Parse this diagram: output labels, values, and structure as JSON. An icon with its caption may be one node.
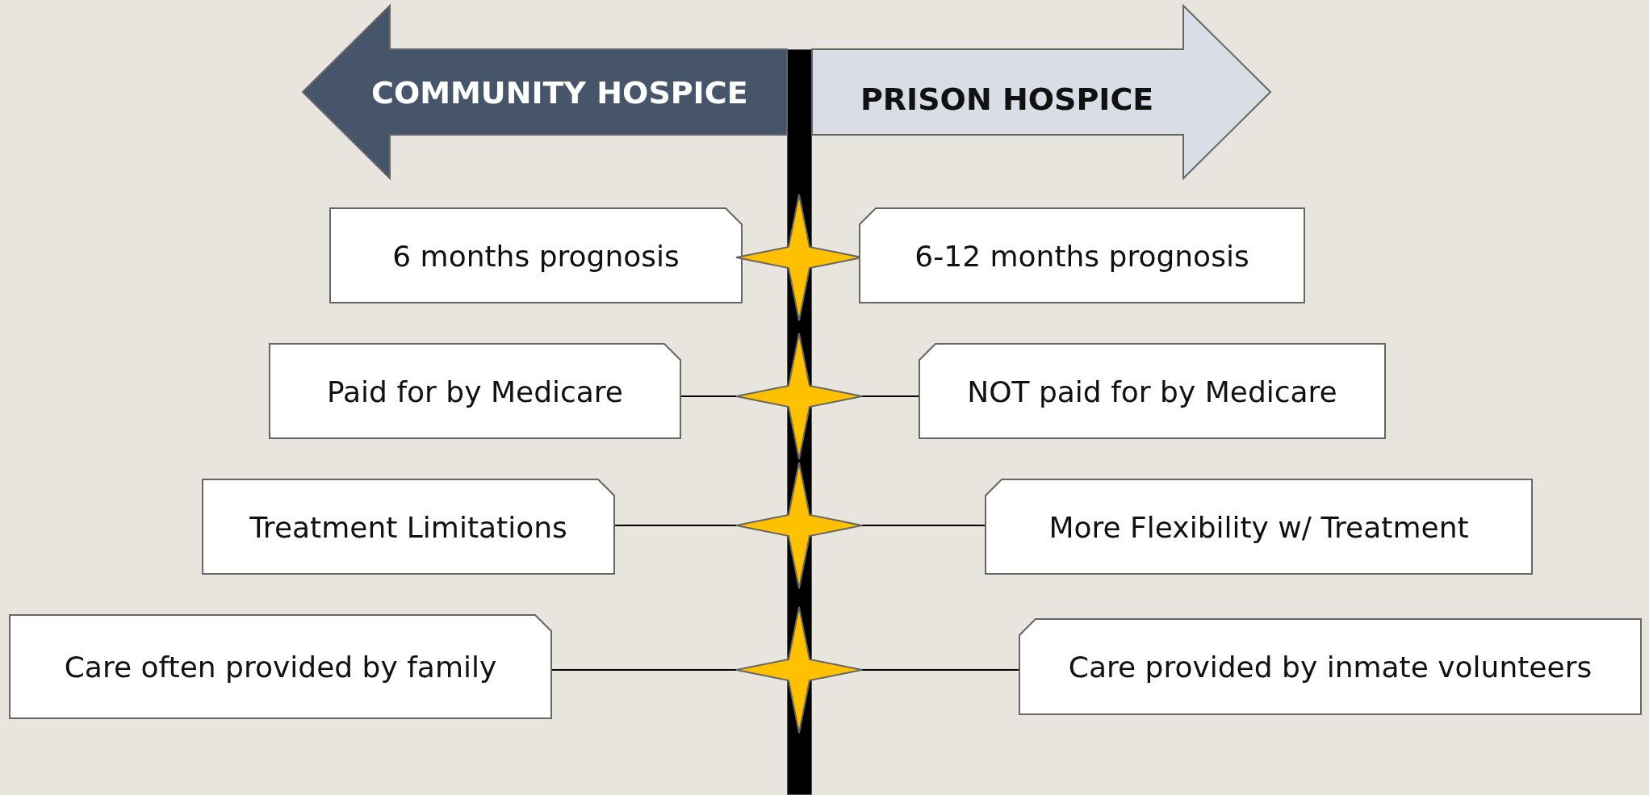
{
  "diagram": {
    "nodes": [
      {
        "text": [
          "COMMUNITY HOSPICE"
        ]
      },
      {
        "text": [
          "PRISON HOSPICE"
        ]
      },
      {
        "text": [
          "6 months prognosis"
        ]
      },
      {
        "text": [],
        "shape": "star"
      },
      {
        "text": [
          "6-12 months prognosis"
        ]
      },
      {
        "text": [
          "Paid for by Medicare"
        ]
      },
      {
        "text": [],
        "shape": "star"
      },
      {
        "text": [
          "NOT paid for by Medicare"
        ]
      },
      {
        "text": [
          "Treatment Limitations"
        ]
      },
      {
        "text": [],
        "shape": "star"
      },
      {
        "text": [
          "More Flexibility w/ Treatment"
        ]
      },
      {
        "text": [
          "Care often provided by family"
        ]
      },
      {
        "text": [],
        "shape": "star"
      },
      {
        "text": [
          "Care provided by inmate volunteers"
        ]
      },
      {
        "text": [],
        "shape": "bar"
      }
    ],
    "edges": [
      {
        "from": 5,
        "to": 6,
        "arrow": "none"
      },
      {
        "from": 6,
        "to": 7,
        "arrow": "none"
      },
      {
        "from": 8,
        "to": 9,
        "arrow": "none"
      },
      {
        "from": 9,
        "to": 10,
        "arrow": "none"
      },
      {
        "from": 11,
        "to": 12,
        "arrow": "none"
      },
      {
        "from": 12,
        "to": 13,
        "arrow": "none"
      }
    ]
  }
}
